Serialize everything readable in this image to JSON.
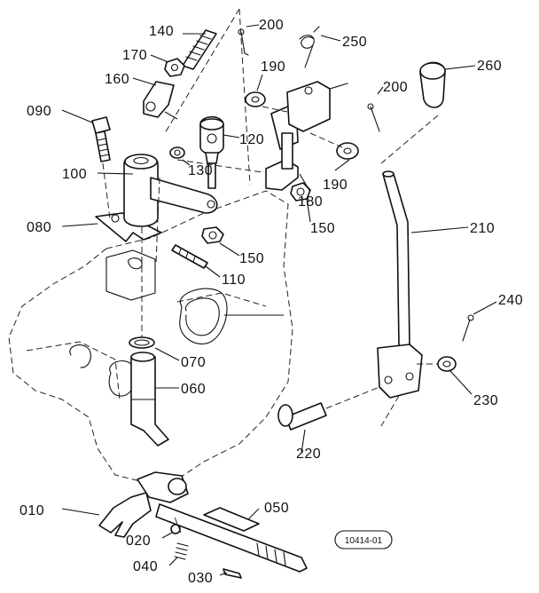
{
  "diagram": {
    "reference_code": "10414-01",
    "part_labels": [
      {
        "id": "010",
        "text": "010"
      },
      {
        "id": "020",
        "text": "020"
      },
      {
        "id": "030",
        "text": "030"
      },
      {
        "id": "040",
        "text": "040"
      },
      {
        "id": "050",
        "text": "050"
      },
      {
        "id": "060",
        "text": "060"
      },
      {
        "id": "070",
        "text": "070"
      },
      {
        "id": "080",
        "text": "080"
      },
      {
        "id": "090",
        "text": "090"
      },
      {
        "id": "100",
        "text": "100"
      },
      {
        "id": "110",
        "text": "110"
      },
      {
        "id": "120",
        "text": "120"
      },
      {
        "id": "130",
        "text": "130"
      },
      {
        "id": "140",
        "text": "140"
      },
      {
        "id": "150a",
        "text": "150"
      },
      {
        "id": "150b",
        "text": "150"
      },
      {
        "id": "160",
        "text": "160"
      },
      {
        "id": "170",
        "text": "170"
      },
      {
        "id": "180",
        "text": "180"
      },
      {
        "id": "190a",
        "text": "190"
      },
      {
        "id": "190b",
        "text": "190"
      },
      {
        "id": "200a",
        "text": "200"
      },
      {
        "id": "200b",
        "text": "200"
      },
      {
        "id": "210",
        "text": "210"
      },
      {
        "id": "220",
        "text": "220"
      },
      {
        "id": "230",
        "text": "230"
      },
      {
        "id": "240",
        "text": "240"
      },
      {
        "id": "250",
        "text": "250"
      },
      {
        "id": "260",
        "text": "260"
      }
    ]
  }
}
